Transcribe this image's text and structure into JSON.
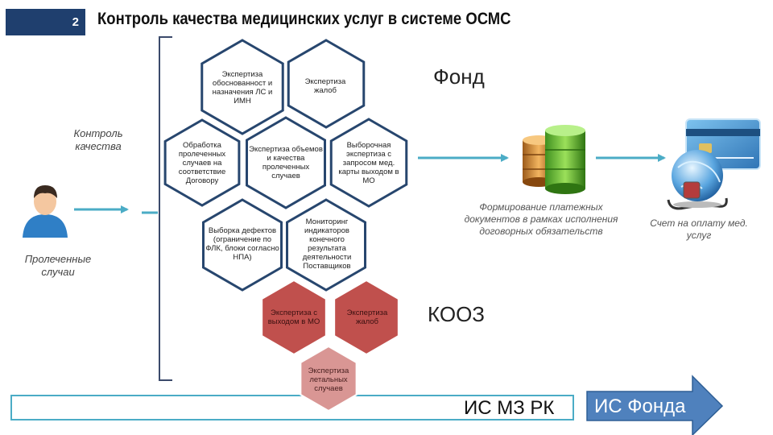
{
  "header": {
    "slide_number": "2",
    "title": "Контроль качества медицинских услуг в системе ОСМС"
  },
  "left": {
    "control_label": "Контроль качества",
    "cases_label": "Пролеченные случаи"
  },
  "hexagons": [
    {
      "id": "h1",
      "text": "Экспертиза обоснованност и назначения ЛС и ИМН",
      "style": "blue"
    },
    {
      "id": "h2",
      "text": "Экспертиза жалоб",
      "style": "blue"
    },
    {
      "id": "h3",
      "text": "Обработка пролеченных случаев на соответствие Договору",
      "style": "blue"
    },
    {
      "id": "h4",
      "text": "Экспертиза объемов и качества пролеченных случаев",
      "style": "blue"
    },
    {
      "id": "h5",
      "text": "Выборочная экспертиза с запросом мед. карты выходом в МО",
      "style": "blue"
    },
    {
      "id": "h6",
      "text": "Выборка дефектов (ограничение по ФЛК, блоки согласно НПА)",
      "style": "blue"
    },
    {
      "id": "h7",
      "text": "Мониторинг индикаторов конечного результата деятельности Поставщиков",
      "style": "blue"
    },
    {
      "id": "h8",
      "text": "Экспертиза с выходом в МО",
      "style": "red"
    },
    {
      "id": "h9",
      "text": "Экспертиза жалоб",
      "style": "red"
    },
    {
      "id": "h10",
      "text": "Экспертиза летальных случаев",
      "style": "pink"
    }
  ],
  "labels": {
    "fund": "Фонд",
    "kooz": "КООЗ",
    "payment_docs": "Формирование платежных документов в рамках исполнения договорных обязательств",
    "invoice": "Счет на оплату мед. услуг"
  },
  "bottom": {
    "is_mz": "ИС МЗ РК",
    "is_fund": "ИС Фонда"
  },
  "colors": {
    "header_bg": "#1f3f6e",
    "hex_blue_stroke": "#27466e",
    "hex_red_fill": "#c0504d",
    "hex_pink_fill": "#d99694",
    "arrow_teal": "#4bacc6",
    "arrow_blue_fill": "#4f81bd"
  }
}
